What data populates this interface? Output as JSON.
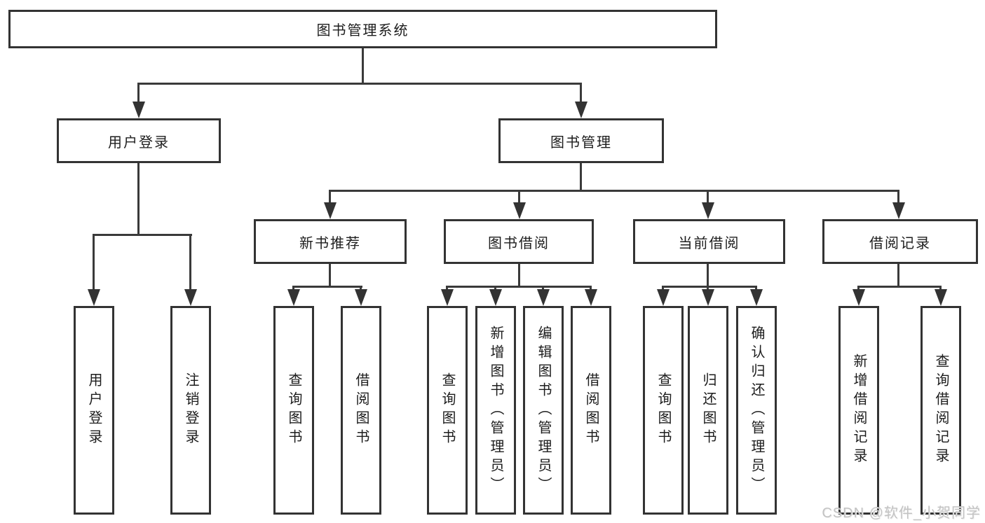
{
  "tree": {
    "label": "图书管理系统",
    "children": [
      {
        "label": "用户登录",
        "children": [
          {
            "label": "用户登录"
          },
          {
            "label": "注销登录"
          }
        ]
      },
      {
        "label": "图书管理",
        "children": [
          {
            "label": "新书推荐",
            "children": [
              {
                "label": "查询图书"
              },
              {
                "label": "借阅图书"
              }
            ]
          },
          {
            "label": "图书借阅",
            "children": [
              {
                "label": "查询图书"
              },
              {
                "label": "新增图书（管理员）"
              },
              {
                "label": "编辑图书（管理员）"
              },
              {
                "label": "借阅图书"
              }
            ]
          },
          {
            "label": "当前借阅",
            "children": [
              {
                "label": "查询图书"
              },
              {
                "label": "归还图书"
              },
              {
                "label": "确认归还（管理员）"
              }
            ]
          },
          {
            "label": "借阅记录",
            "children": [
              {
                "label": "新增借阅记录"
              },
              {
                "label": "查询借阅记录"
              }
            ]
          }
        ]
      }
    ]
  },
  "watermark": "CSDN @软件_小贺同学",
  "colors": {
    "background": "#ffffff",
    "box_border": "#333333",
    "connector_line": "#3a3a3a",
    "text": "#1d1d1d",
    "watermark_text": "#c3c3c3"
  }
}
